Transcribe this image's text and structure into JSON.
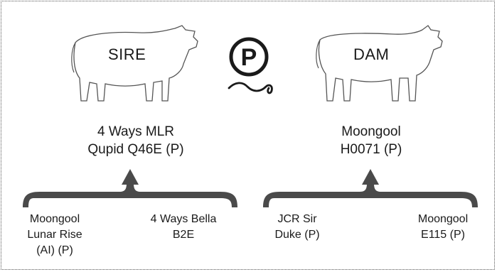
{
  "badge": {
    "letter": "P"
  },
  "sire": {
    "label": "SIRE",
    "name_line1": "4 Ways MLR",
    "name_line2": "Qupid Q46E (P)",
    "parents": [
      {
        "line1": "Moongool",
        "line2": "Lunar Rise",
        "line3": "(AI) (P)"
      },
      {
        "line1": "4 Ways Bella",
        "line2": "B2E"
      }
    ]
  },
  "dam": {
    "label": "DAM",
    "name_line1": "Moongool",
    "name_line2": "H0071 (P)",
    "parents": [
      {
        "line1": "JCR Sir",
        "line2": "Duke (P)"
      },
      {
        "line1": "Moongool",
        "line2": "E115 (P)"
      }
    ]
  },
  "colors": {
    "line": "#1a1a1a",
    "bracket": "#4a4a4a",
    "cow_outline": "#555555"
  }
}
